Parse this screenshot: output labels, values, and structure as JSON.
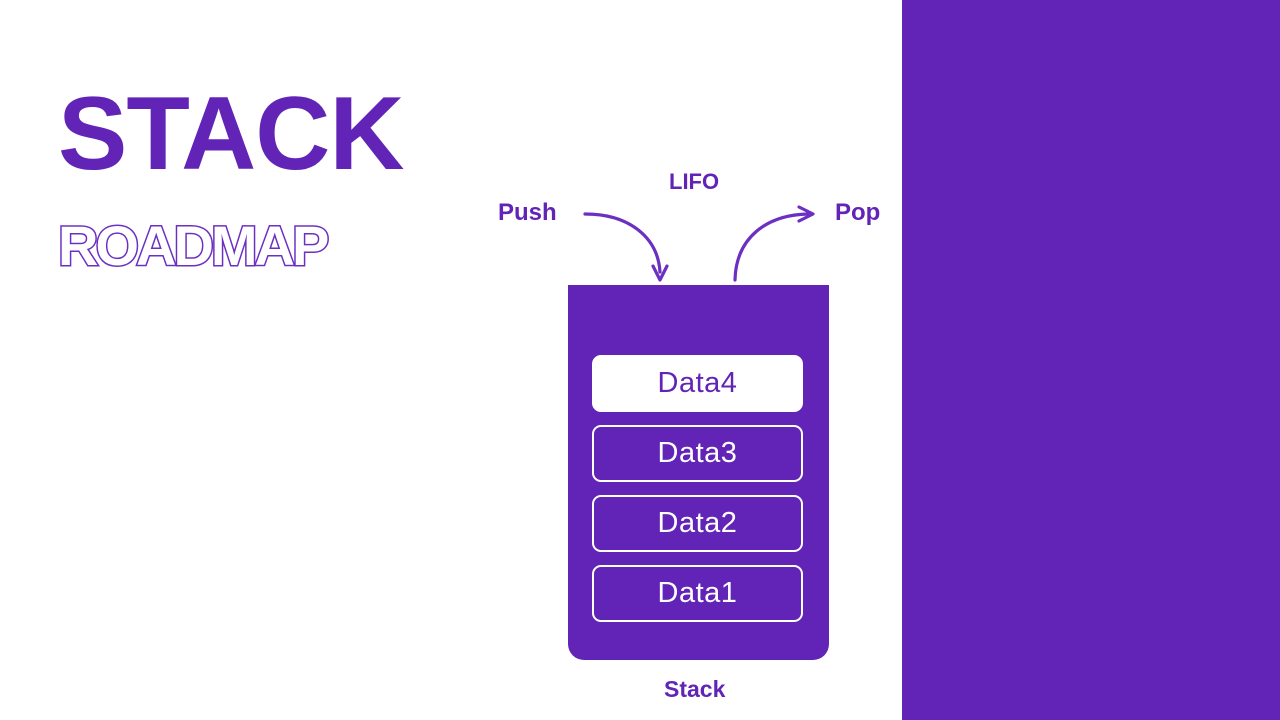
{
  "slide": {
    "background_color": "#ffffff",
    "accent_color": "#6224B6",
    "outline_color": "#6B2FC2"
  },
  "heading": {
    "title": "STACK",
    "subtitle": "ROADMAP"
  },
  "diagram": {
    "lifo_label": "LIFO",
    "push_label": "Push",
    "pop_label": "Pop",
    "caption": "Stack",
    "container_color": "#6224B6",
    "items": [
      {
        "label": "Data4",
        "style": "filled"
      },
      {
        "label": "Data3",
        "style": "outlined"
      },
      {
        "label": "Data2",
        "style": "outlined"
      },
      {
        "label": "Data1",
        "style": "outlined"
      }
    ],
    "arrows": [
      {
        "name": "push-arrow",
        "direction": "down-into-stack"
      },
      {
        "name": "pop-arrow",
        "direction": "up-out-of-stack"
      }
    ]
  },
  "side_panel": {
    "color": "#6224B6"
  }
}
